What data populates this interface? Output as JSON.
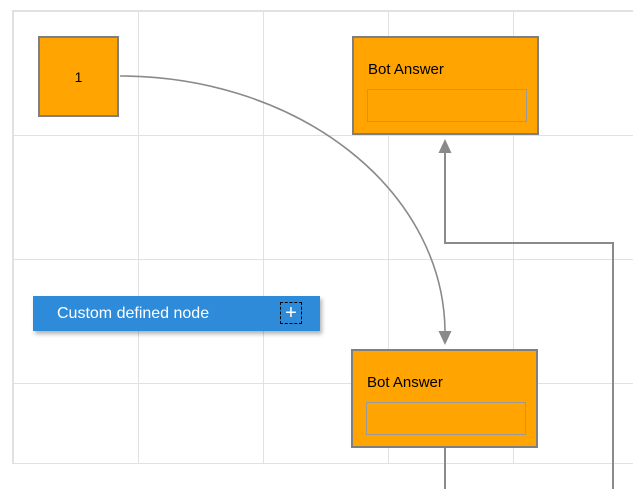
{
  "nodes": [
    {
      "id": "node-1",
      "label": "1"
    },
    {
      "id": "bot-answer-top",
      "label": "Bot Answer"
    },
    {
      "id": "bot-answer-bottom",
      "label": "Bot Answer"
    }
  ],
  "palette": {
    "label": "Custom defined node",
    "add_icon": "+"
  },
  "colors": {
    "node_fill": "#FFA400",
    "node_border": "#7F7F7F",
    "node_input_border": "#9A9A9A",
    "palette_blue": "#2E8BD9",
    "palette_text": "#FFFFFF",
    "connector": "#8A8A8A",
    "grid_line": "#E1E1E1",
    "canvas_bg": "#FFFFFF",
    "label_text": "#000000"
  }
}
